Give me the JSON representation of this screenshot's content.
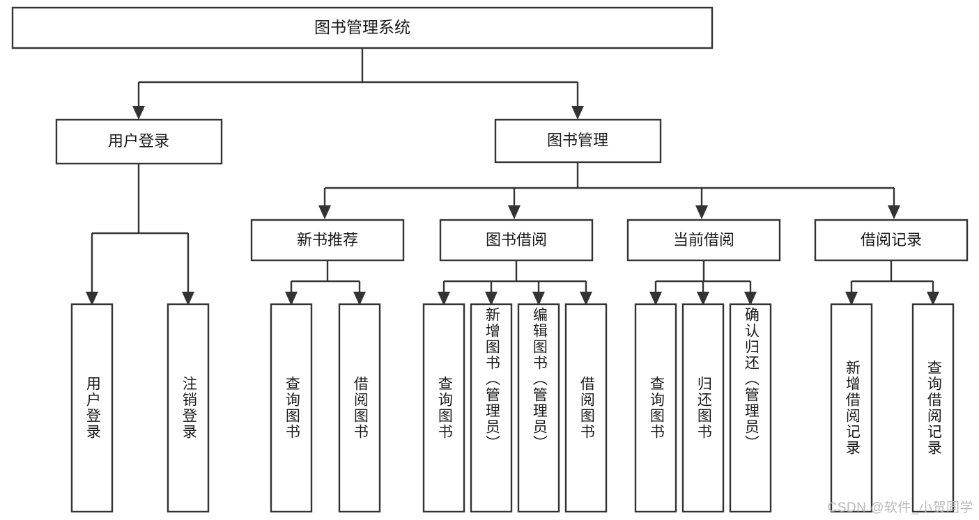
{
  "diagram": {
    "type": "hierarchy-tree",
    "title": "图书管理系统",
    "watermark": "CSDN @软件_小贺同学",
    "colors": {
      "stroke": "#333333",
      "box_fill": "#ffffff",
      "text": "#1a1a1a",
      "background": "#ffffff",
      "watermark": "#b9b9b9"
    },
    "root": {
      "label": "图书管理系统",
      "orientation": "horizontal"
    },
    "level1": [
      {
        "id": "user-login",
        "label": "用户登录",
        "orientation": "horizontal"
      },
      {
        "id": "book-manage",
        "label": "图书管理",
        "orientation": "horizontal"
      }
    ],
    "level2": [
      {
        "id": "new-book-recommend",
        "label": "新书推荐",
        "parent": "book-manage",
        "orientation": "horizontal"
      },
      {
        "id": "book-borrow",
        "label": "图书借阅",
        "parent": "book-manage",
        "orientation": "horizontal"
      },
      {
        "id": "current-borrow",
        "label": "当前借阅",
        "parent": "book-manage",
        "orientation": "horizontal"
      },
      {
        "id": "borrow-record",
        "label": "借阅记录",
        "parent": "book-manage",
        "orientation": "horizontal"
      }
    ],
    "leaves": [
      {
        "id": "leaf-user-login",
        "label": "用户登录",
        "parent": "user-login",
        "orientation": "vertical"
      },
      {
        "id": "leaf-user-logout",
        "label": "注销登录",
        "parent": "user-login",
        "orientation": "vertical"
      },
      {
        "id": "leaf-query-book-1",
        "label": "查询图书",
        "parent": "new-book-recommend",
        "orientation": "vertical"
      },
      {
        "id": "leaf-borrow-book-1",
        "label": "借阅图书",
        "parent": "new-book-recommend",
        "orientation": "vertical"
      },
      {
        "id": "leaf-query-book-2",
        "label": "查询图书",
        "parent": "book-borrow",
        "orientation": "vertical"
      },
      {
        "id": "leaf-add-book",
        "label": "新增图书（管理员）",
        "parent": "book-borrow",
        "orientation": "vertical"
      },
      {
        "id": "leaf-edit-book",
        "label": "编辑图书（管理员）",
        "parent": "book-borrow",
        "orientation": "vertical"
      },
      {
        "id": "leaf-borrow-book-2",
        "label": "借阅图书",
        "parent": "book-borrow",
        "orientation": "vertical"
      },
      {
        "id": "leaf-query-book-3",
        "label": "查询图书",
        "parent": "current-borrow",
        "orientation": "vertical"
      },
      {
        "id": "leaf-return-book",
        "label": "归还图书",
        "parent": "current-borrow",
        "orientation": "vertical"
      },
      {
        "id": "leaf-confirm-return",
        "label": "确认归还（管理员）",
        "parent": "current-borrow",
        "orientation": "vertical"
      },
      {
        "id": "leaf-add-record",
        "label": "新增借阅记录",
        "parent": "borrow-record",
        "orientation": "vertical"
      },
      {
        "id": "leaf-query-record",
        "label": "查询借阅记录",
        "parent": "borrow-record",
        "orientation": "vertical"
      }
    ]
  }
}
